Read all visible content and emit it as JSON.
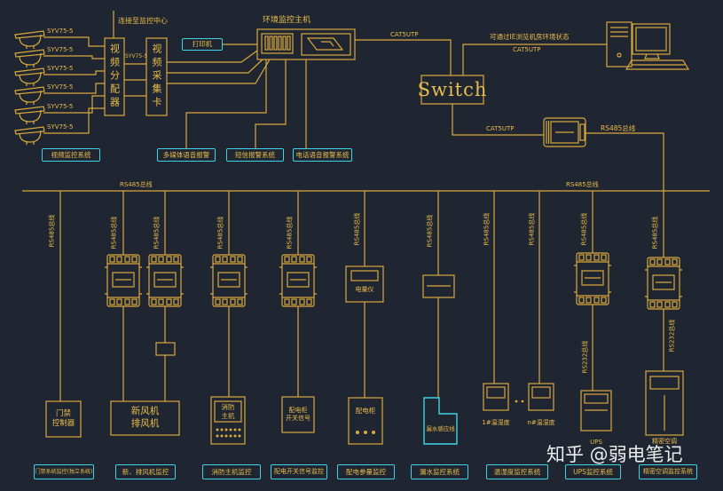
{
  "colors": {
    "background": "#1f2531",
    "line": "#d9a93c",
    "text": "#e9bd4c",
    "label_border": "#3fd3e6",
    "watermark": "#ffffff"
  },
  "video": {
    "to_center": "连接至监控中心",
    "camera_cables": [
      "SYV75-5",
      "SYV75-5",
      "SYV75-5",
      "SYV75-5",
      "SYV75-5",
      "SYV75-5"
    ],
    "link_cable": "SYV75-5",
    "distributor": "视频分配器",
    "capture_card": "视频采集卡",
    "system_label": "视频监控系统"
  },
  "host": {
    "title": "环境监控主机",
    "printer": "打印机",
    "alarms": [
      "多媒体语音报警",
      "短信报警系统",
      "电话语音报警系统"
    ]
  },
  "network": {
    "host_cable": "CAT5UTP",
    "switch": "Switch",
    "ie_note": "可通过IE浏览机房环境状态",
    "pc_cable": "CAT5UTP",
    "converter_cable": "CAT5UTP",
    "converter_bus": "RS485总线"
  },
  "bus": {
    "label_left": "RS485总线",
    "label_right": "RS485总线",
    "drops": [
      "RS485总线",
      "RS485总线",
      "RS485总线",
      "RS485总线",
      "RS485总线",
      "RS485总线",
      "RS485总线",
      "RS485总线",
      "RS485总线",
      "RS485总线",
      "RS485总线"
    ],
    "rs232": [
      "RS232总线",
      "RS232总线"
    ]
  },
  "devices": {
    "door_controller": "门禁\n控制器",
    "fans": "新风机\n排风机",
    "fire_host": "消防\n主机",
    "dist_switch": "配电柜\n开关信号",
    "power_meter": "电量仪",
    "dist_cabinet": "配电柜",
    "leak_sensor": "漏水感应线",
    "temp_1": "1#温湿度",
    "temp_n": "n#温湿度",
    "ups": "UPS",
    "precision_ac": "精密空调"
  },
  "subsystems": [
    "门禁系统监控(独立系统)",
    "新、排风机监控",
    "消防主机监控",
    "配电开关信号监控",
    "配电参量监控",
    "漏水监控系统",
    "温湿度监控系统",
    "UPS监控系统",
    "精密空调监控系统"
  ],
  "watermark": "知乎 @弱电笔记"
}
